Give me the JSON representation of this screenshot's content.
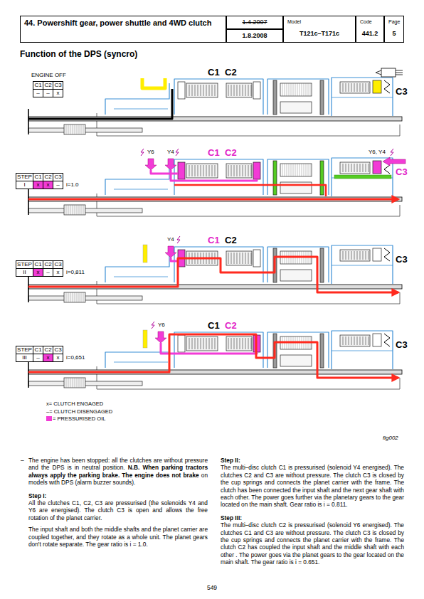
{
  "diagram": {
    "title": "Function of the DPS (syncro)",
    "nodes": [
      {
        "text": [
          "44. Powershift gear, power shuttle and 4WD clutch"
        ]
      },
      {
        "text": [
          "1.4.2007"
        ]
      },
      {
        "text": [
          "1.8.2008"
        ]
      },
      {
        "text": [
          "Model",
          "T121c–T171c"
        ]
      },
      {
        "text": [
          "Code",
          "441.2"
        ]
      },
      {
        "text": [
          "Page",
          "5"
        ]
      },
      {
        "text": [
          "ENGINE OFF",
          "C1",
          "C2",
          "C3",
          "–",
          "–",
          "x"
        ]
      },
      {
        "text": [
          "STEP",
          "I",
          "C1",
          "C2",
          "C3",
          "x",
          "x",
          "–",
          "i=1.0"
        ]
      },
      {
        "text": [
          "STEP",
          "II",
          "C1",
          "C2",
          "C3",
          "x",
          "–",
          "x",
          "i=0,811"
        ]
      },
      {
        "text": [
          "STEP",
          "III",
          "C1",
          "C2",
          "C3",
          "–",
          "x",
          "x",
          "i=0,651"
        ]
      }
    ],
    "labels": [
      "C1",
      "C2",
      "C3",
      "Y6",
      "Y4",
      "C1",
      "C2",
      "Y6, Y4",
      "C3",
      "Y4",
      "C1",
      "C2",
      "C3",
      "Y6",
      "C1",
      "C2",
      "C3",
      "fig002",
      "–",
      "The engine has been stopped: all the clutches are without pressure and the DPS is in neutral position.",
      "N.B. When parking tractors always apply the parking brake. The engine does not brake",
      "on models with DPS (alarm buzzer sounds).",
      "Step I:",
      "All the clutches C1, C2, C3 are pressurised (the solenoids Y4 and Y6 are energised). The clutch C3 is open and allows the free rotation of the planet carrier.",
      "The input shaft and both the middle shafts and the planet carrier are coupled together, and they rotate as a whole unit. The planet gears don't rotate separate. The gear ratio is i = 1.0.",
      "Step II:",
      "The multi–disc clutch C1 is pressurised (solenoid Y4 energised). The clutches C2 and C3 are without pressure. The clutch C3 is closed by the cup springs and connects the planet carrier with the frame. The clutch has been connected the input shaft and the next gear shaft with each other. The power goes further via the planetary gears to the gear located on the main shaft. Gear ratio is i = 0.811.",
      "Step III:",
      "The multi–disc clutch C2 is pressurised (solenoid Y6 energised). The clutches C1 and C3 are without pressure. The clutch C3 is closed by the cup springs and connects the planet carrier with the frame. The clutch C2 has coupled the input shaft and the middle shaft with each other . The power goes via the planet gears to the gear located on the main shaft. The gear ratio is i = 0.651.",
      "549"
    ],
    "legend": [
      {
        "text": "x= CLUTCH ENGAGED"
      },
      {
        "text": "–= CLUTCH DISENGAGED"
      },
      {
        "text": "= PRESSURISED OIL",
        "color": "#f23bd6"
      }
    ]
  }
}
